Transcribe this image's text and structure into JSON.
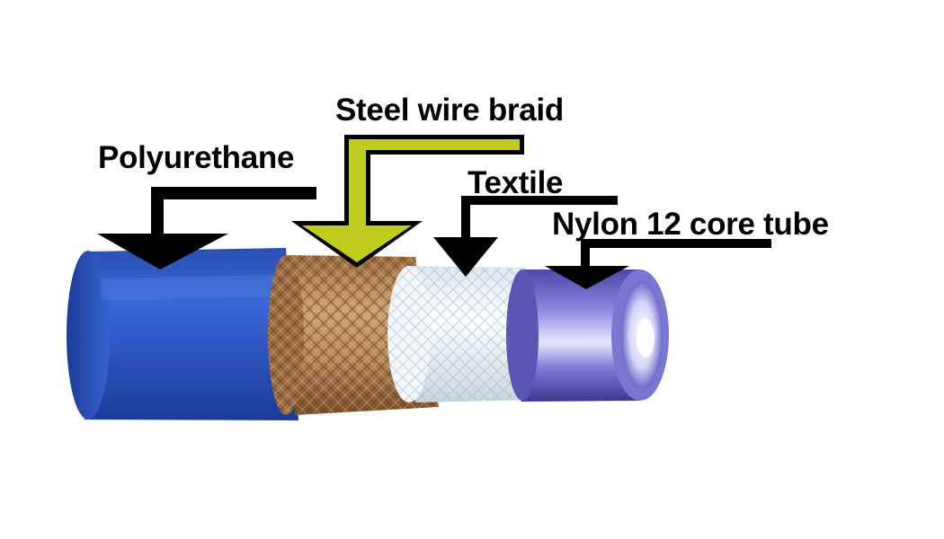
{
  "labels": {
    "steel_wire_braid": "Steel wire braid",
    "polyurethane": "Polyurethane",
    "textile": "Textile",
    "nylon_core": "Nylon 12 core tube"
  },
  "colors": {
    "polyurethane": "#2f55c0",
    "steel_braid": "#b08050",
    "textile": "#eef4f8",
    "nylon": "#6a64c8",
    "arrow_dark": "#000000",
    "arrow_highlight": "#c2cc1e"
  },
  "layer_order": [
    "polyurethane",
    "steel_wire_braid",
    "textile",
    "nylon_core"
  ]
}
